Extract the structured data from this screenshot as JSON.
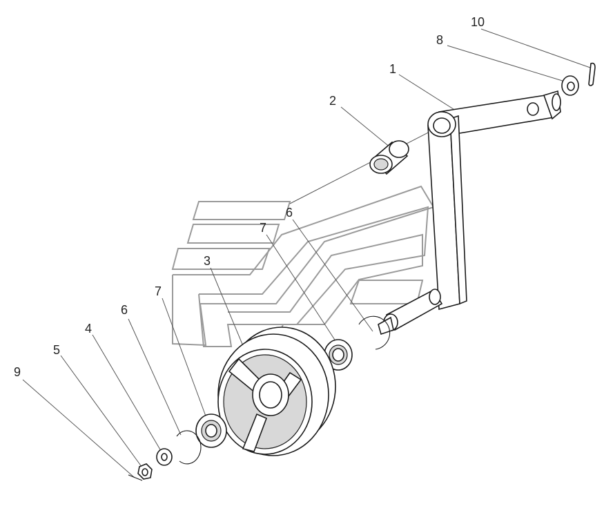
{
  "callouts": [
    {
      "id": "c1",
      "label": "1"
    },
    {
      "id": "c2",
      "label": "2"
    },
    {
      "id": "c3",
      "label": "3"
    },
    {
      "id": "c4",
      "label": "4"
    },
    {
      "id": "c5",
      "label": "5"
    },
    {
      "id": "c6a",
      "label": "6"
    },
    {
      "id": "c6b",
      "label": "6"
    },
    {
      "id": "c7a",
      "label": "7"
    },
    {
      "id": "c7b",
      "label": "7"
    },
    {
      "id": "c8",
      "label": "8"
    },
    {
      "id": "c9",
      "label": "9"
    },
    {
      "id": "c10",
      "label": "10"
    }
  ]
}
